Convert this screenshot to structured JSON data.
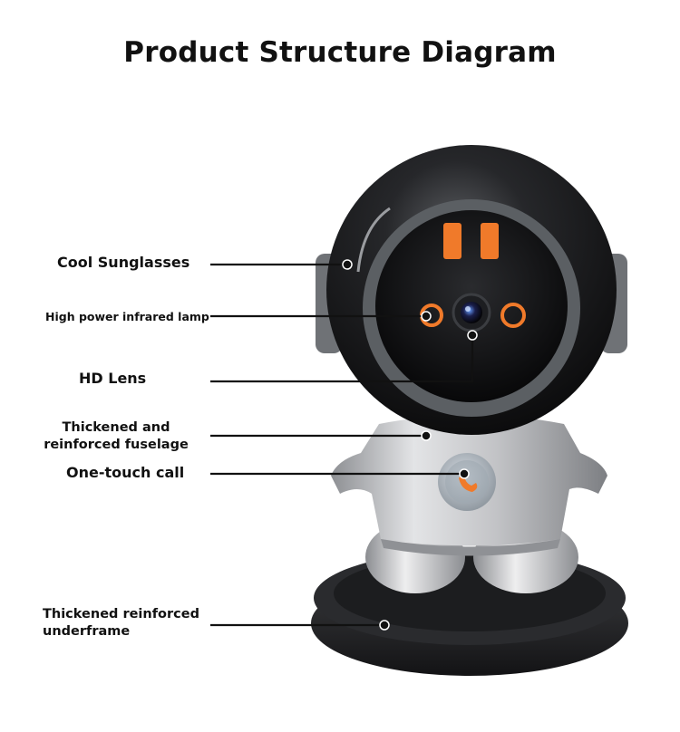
{
  "title": "Product Structure Diagram",
  "labels": {
    "sunglasses": "Cool Sunglasses",
    "infrared": "High power infrared lamp",
    "lens": "HD Lens",
    "fuselage_line1": "Thickened and",
    "fuselage_line2": "reinforced fuselage",
    "call": "One-touch call",
    "underframe_line1": "Thickened reinforced",
    "underframe_line2": "underframe"
  },
  "colors": {
    "accent_orange": "#f07a2a",
    "shell_black": "#1a1b1d",
    "body_silver": "#c9cacc",
    "leader_line": "#111111"
  }
}
